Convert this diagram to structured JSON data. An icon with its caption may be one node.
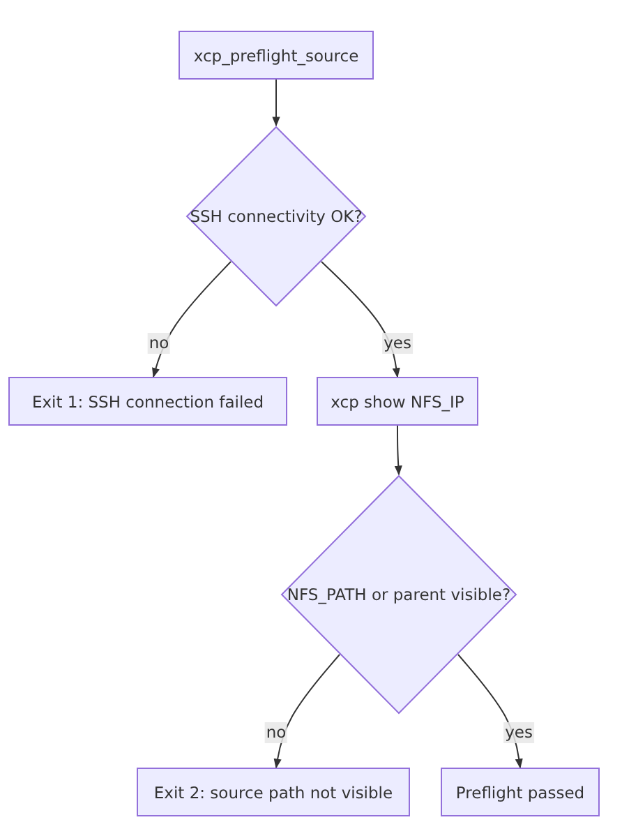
{
  "diagram": {
    "nodes": [
      {
        "text": [
          "xcp_preflight_source"
        ]
      },
      {
        "text": [
          "SSH connectivity OK?"
        ]
      },
      {
        "text": [
          "Exit 1: SSH connection failed"
        ]
      },
      {
        "text": [
          "xcp show NFS_IP"
        ]
      },
      {
        "text": [
          "NFS_PATH or parent visible?"
        ]
      },
      {
        "text": [
          "Exit 2: source path not visible"
        ]
      },
      {
        "text": [
          "Preflight passed"
        ]
      }
    ],
    "edges": [
      {
        "from": 0,
        "to": 1,
        "arrow": "to"
      },
      {
        "from": 1,
        "to": 2,
        "arrow": "to",
        "label": "no"
      },
      {
        "from": 1,
        "to": 3,
        "arrow": "to",
        "label": "yes"
      },
      {
        "from": 3,
        "to": 4,
        "arrow": "to"
      },
      {
        "from": 4,
        "to": 5,
        "arrow": "to",
        "label": "no"
      },
      {
        "from": 4,
        "to": 6,
        "arrow": "to",
        "label": "yes"
      }
    ]
  }
}
